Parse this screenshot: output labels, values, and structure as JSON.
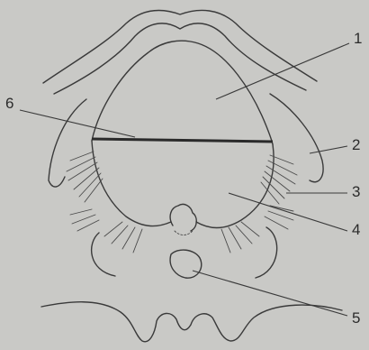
{
  "diagram": {
    "callouts": [
      {
        "id": "label-1",
        "text": "1"
      },
      {
        "id": "label-2",
        "text": "2"
      },
      {
        "id": "label-3",
        "text": "3"
      },
      {
        "id": "label-4",
        "text": "4"
      },
      {
        "id": "label-5",
        "text": "5"
      },
      {
        "id": "label-6",
        "text": "6"
      }
    ]
  },
  "colors": {
    "background": "#c9c9c6",
    "ink": "#3a3a3a"
  }
}
